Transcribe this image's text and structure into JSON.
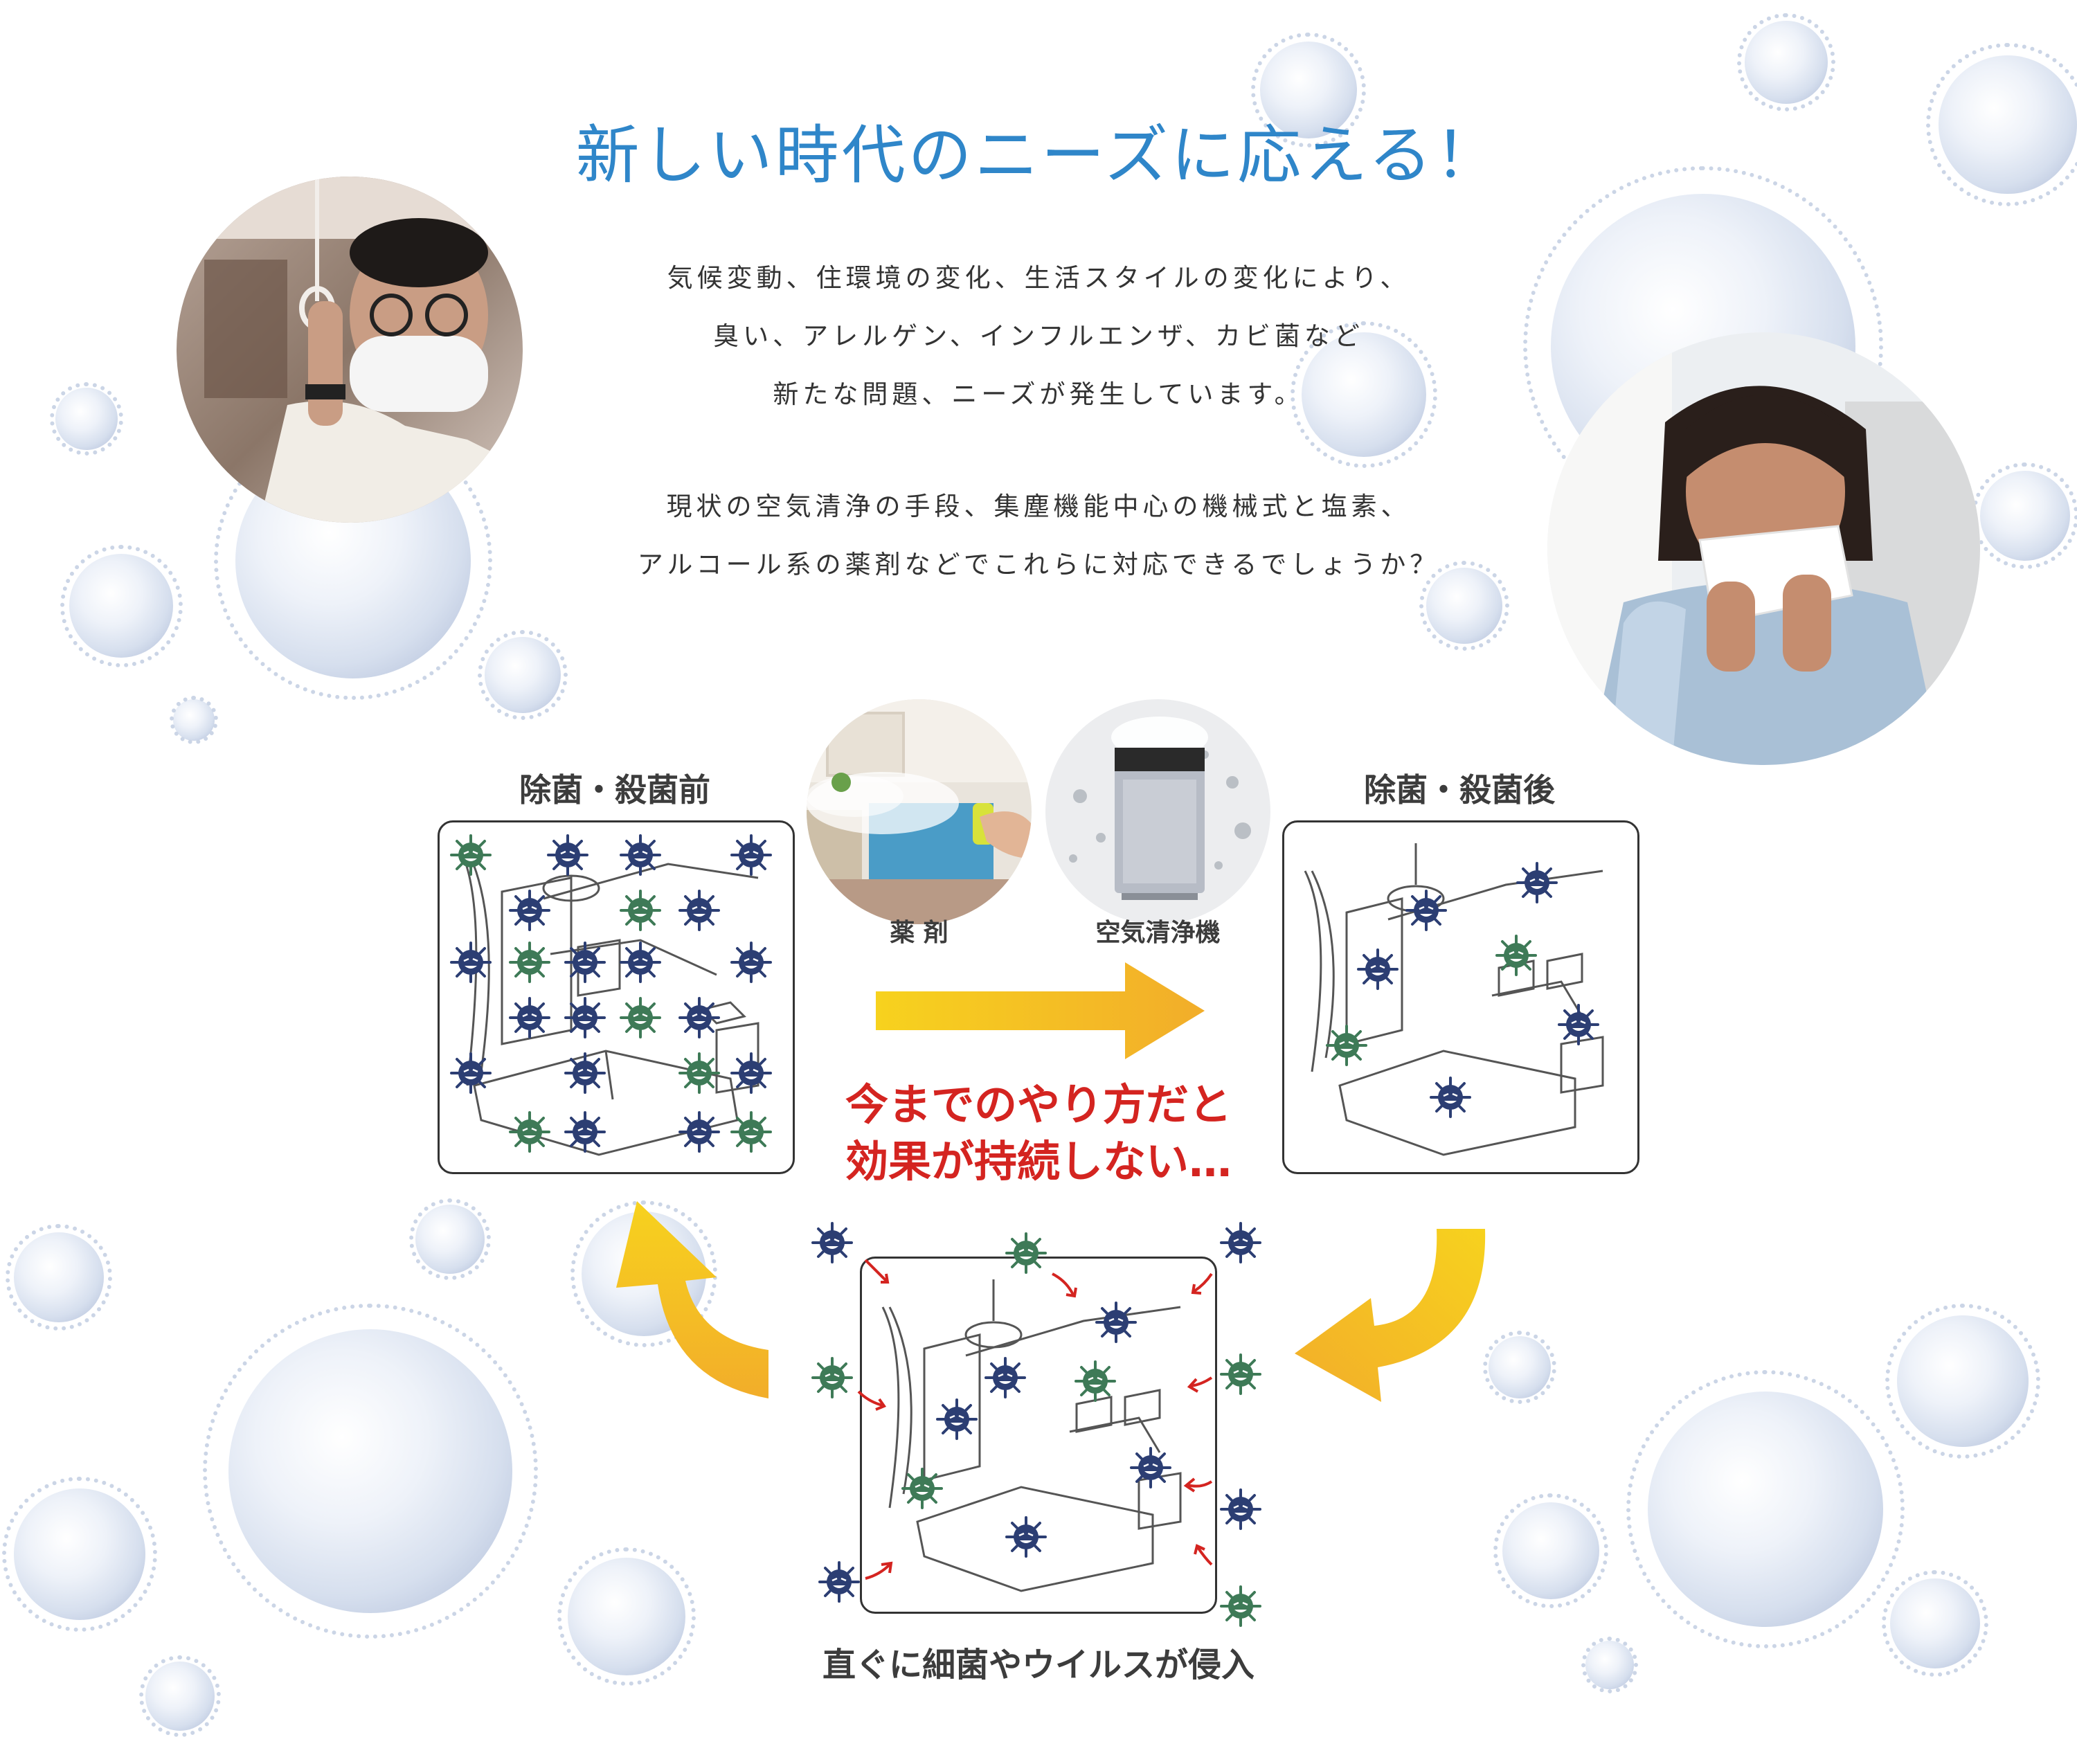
{
  "headline": "新しい時代のニーズに応える！",
  "intro": {
    "line1": "気候変動、住環境の変化、生活スタイルの変化により、",
    "line2": "臭い、アレルゲン、インフルエンザ、カビ菌など",
    "line3": "新たな問題、ニーズが発生しています。",
    "line4": "現状の空気清浄の手段、集塵機能中心の機械式と塩素、",
    "line5": "アルコール系の薬剤などでこれらに対応できるでしょうか？"
  },
  "panels": {
    "before_title": "除菌・殺菌前",
    "after_title": "除菌・殺菌後",
    "chemical_label": "薬 剤",
    "purifier_label": "空気清浄機"
  },
  "warning": {
    "line1": "今までのやり方だと",
    "line2": "効果が持続しない…"
  },
  "bottom_caption": "直ぐに細菌やウイルスが侵入",
  "colors": {
    "headline": "#2f86c9",
    "warning": "#d42420",
    "arrow": "#f5c518",
    "germ_blue": "#2c3e73",
    "germ_green": "#3e7a57"
  }
}
